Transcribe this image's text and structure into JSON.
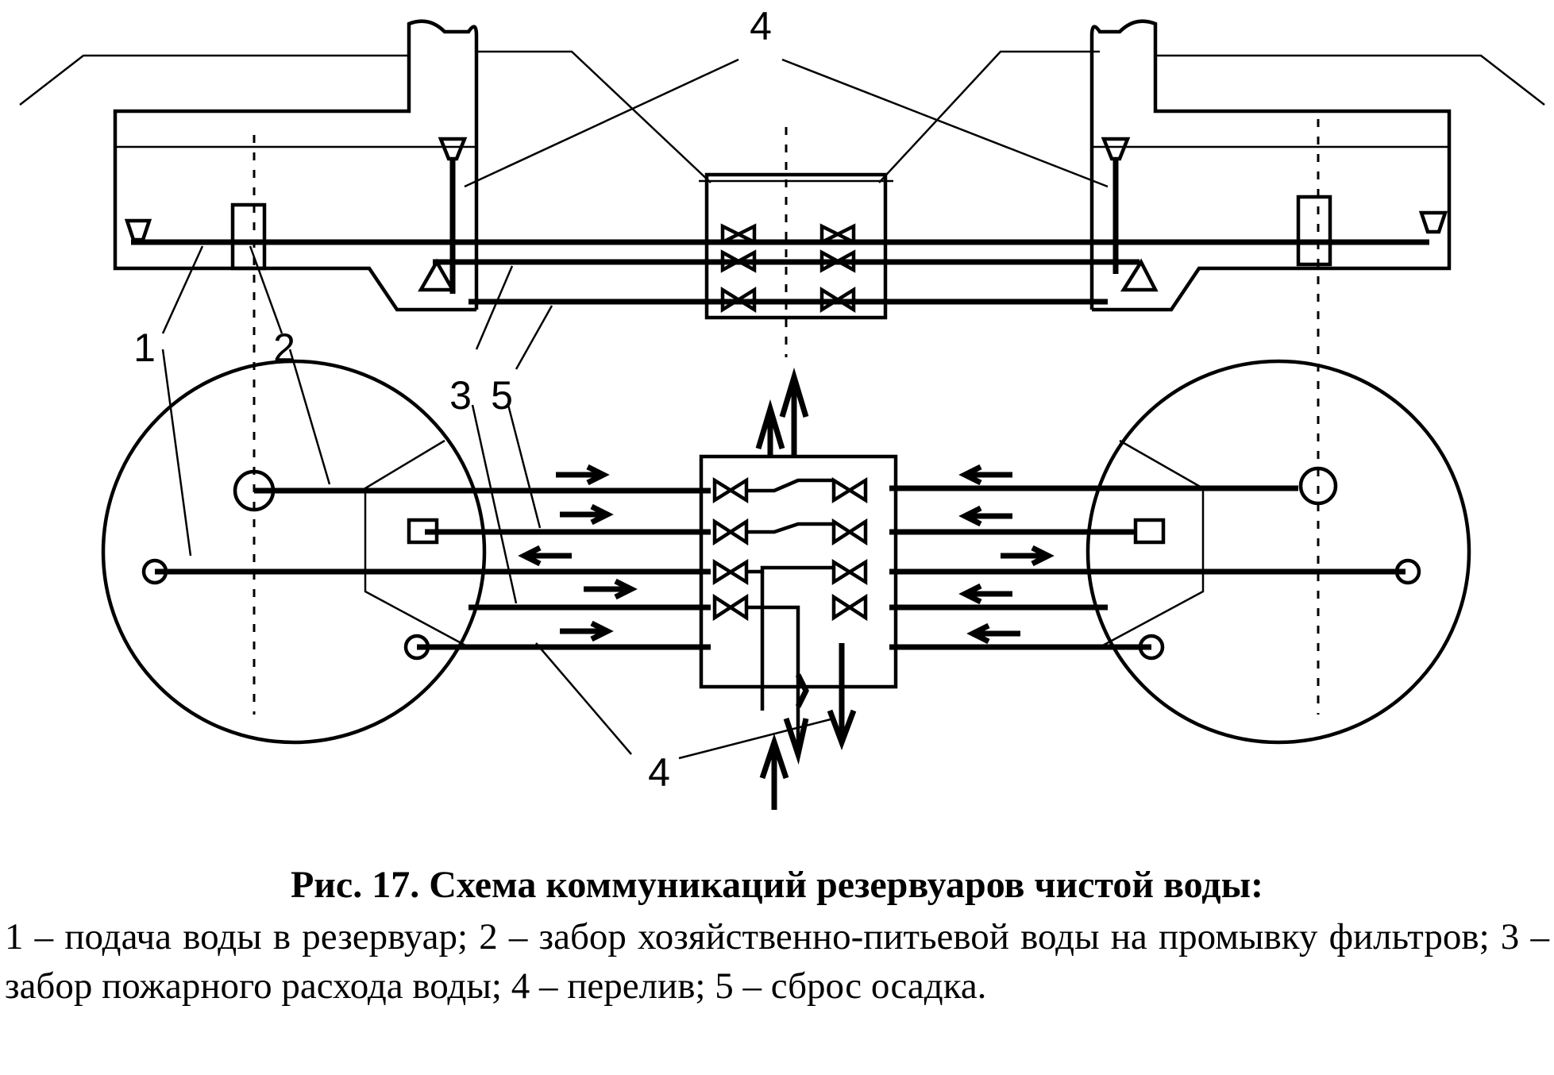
{
  "labels": {
    "one": "1",
    "two": "2",
    "three": "3",
    "four_top": "4",
    "five": "5",
    "four_bottom": "4"
  },
  "caption": {
    "title": "Рис. 17. Схема коммуникаций резервуаров чистой воды:",
    "text": "1 – подача воды в резервуар; 2 – забор хозяйственно-питьевой воды на промывку фильтров; 3 – забор пожарного расхода воды; 4 – перелив; 5 – сброс осадка."
  }
}
